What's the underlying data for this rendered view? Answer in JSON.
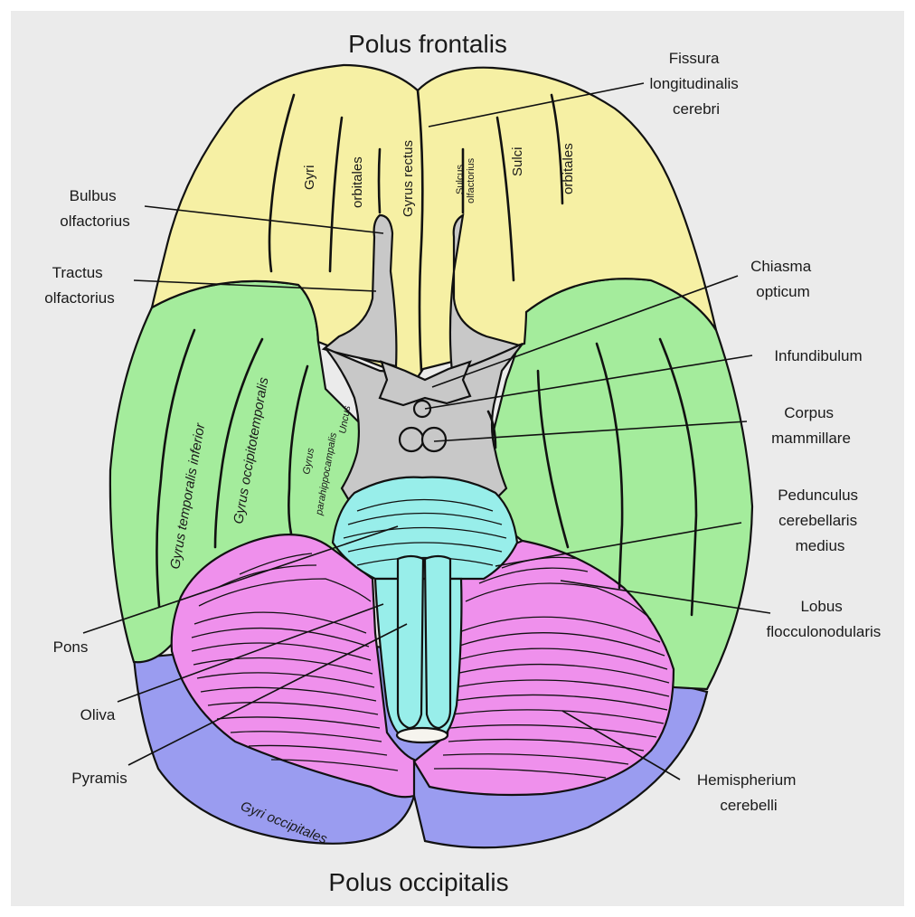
{
  "title_top": "Polus frontalis",
  "title_bottom": "Polus occipitalis",
  "labels": {
    "fissura": [
      "Fissura",
      "longitudinalis",
      "cerebri"
    ],
    "bulbus": [
      "Bulbus",
      "olfactorius"
    ],
    "tractus": [
      "Tractus",
      "olfactorius"
    ],
    "chiasma": [
      "Chiasma",
      "opticum"
    ],
    "infundibulum": [
      "Infundibulum"
    ],
    "corpus": [
      "Corpus",
      "mammillare"
    ],
    "pedunculus": [
      "Pedunculus",
      "cerebellaris",
      "medius"
    ],
    "lobus": [
      "Lobus",
      "flocculonodularis"
    ],
    "pons": [
      "Pons"
    ],
    "oliva": [
      "Oliva"
    ],
    "pyramis": [
      "Pyramis"
    ],
    "hemispherium": [
      "Hemispherium",
      "cerebelli"
    ]
  },
  "inner_labels": {
    "gyri": "Gyri",
    "orbitales": "orbitales",
    "gyrus_rectus": "Gyrus rectus",
    "sulcus_olf_1": "Sulcus",
    "sulcus_olf_2": "olfactorius",
    "sulci": "Sulci",
    "orbitales_right": "orbitales",
    "gyrus_temporalis": "Gyrus temporalis inferior",
    "gyrus_occipitotemporalis": "Gyrus occipitotemporalis",
    "gyrus_parahippo_1": "Gyrus",
    "gyrus_parahippo_2": "parahippocampalis",
    "uncus": "Uncus",
    "gyri_occipitales": "Gyri occipitales"
  },
  "colors": {
    "background": "#ebebeb",
    "frontal": "#f6f0a4",
    "temporal": "#a4ec9c",
    "occipital": "#9a9cf0",
    "cerebellum": "#ef90ec",
    "brainstem": "#98eeea",
    "gray_structures": "#c8c8c8"
  }
}
